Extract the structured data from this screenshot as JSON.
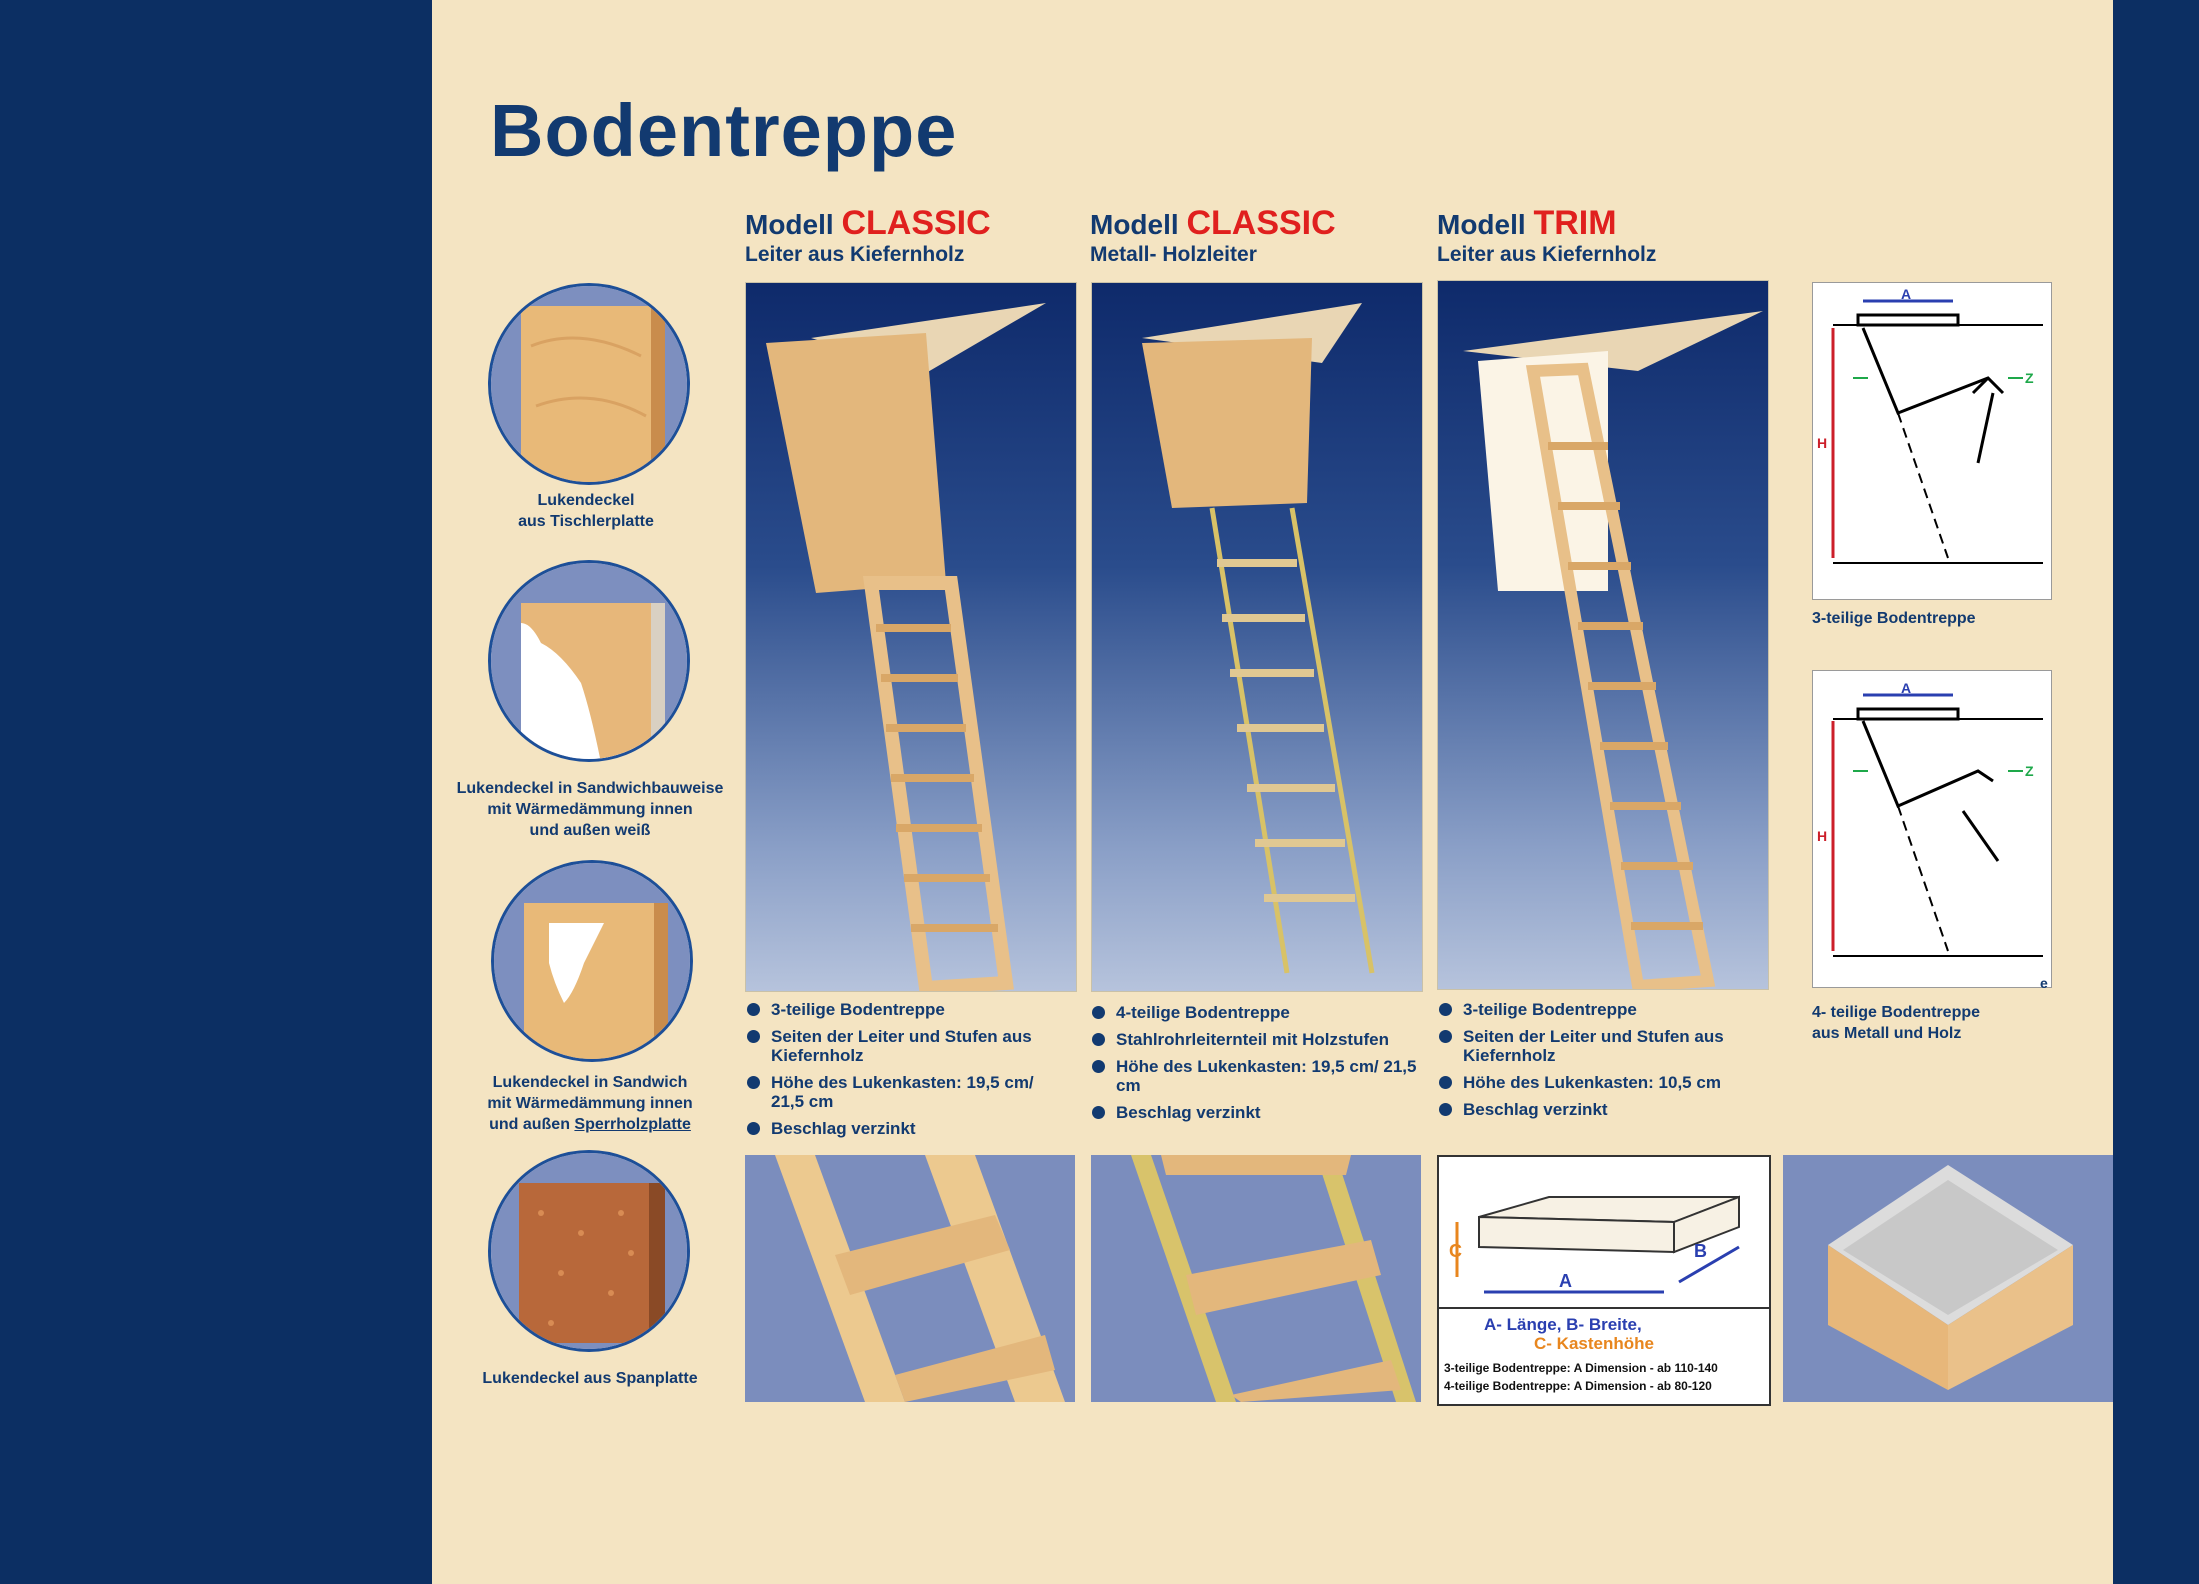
{
  "title": "Bodentreppe",
  "models": [
    {
      "prefix": "Modell",
      "name": "CLASSIC",
      "subtitle": "Leiter aus Kiefernholz",
      "features": [
        "3-teilige Bodentreppe",
        "Seiten der Leiter und Stufen aus Kiefernholz",
        "Höhe des Lukenkasten: 19,5 cm/ 21,5 cm",
        "Beschlag verzinkt"
      ]
    },
    {
      "prefix": "Modell",
      "name": "CLASSIC",
      "subtitle": "Metall- Holzleiter",
      "features": [
        "4-teilige Bodentreppe",
        "Stahlrohrleiternteil mit Holzstufen",
        "Höhe des Lukenkasten: 19,5 cm/ 21,5 cm",
        "Beschlag verzinkt"
      ]
    },
    {
      "prefix": "Modell",
      "name": "TRIM",
      "subtitle": "Leiter aus Kiefernholz",
      "features": [
        "3-teilige Bodentreppe",
        "Seiten der Leiter und Stufen aus Kiefernholz",
        "Höhe des Lukenkasten: 10,5 cm",
        "Beschlag verzinkt"
      ]
    }
  ],
  "hatch_covers": [
    {
      "caption_1": "Lukendeckel",
      "caption_2": "aus Tischlerplatte"
    },
    {
      "caption_1": "Lukendeckel in Sandwichbauweise",
      "caption_2": "mit Wärmedämmung innen",
      "caption_3": "und außen weiß"
    },
    {
      "caption_1": "Lukendeckel  in Sandwich",
      "caption_2": "mit Wärmedämmung innen",
      "caption_3_prefix": "und außen ",
      "caption_3_underlined": "Sperrholzplatte"
    },
    {
      "caption_1": "Lukendeckel aus Spanplatte"
    }
  ],
  "diagrams": [
    {
      "caption_1": "3-teilige Bodentreppe",
      "label_a": "A",
      "label_h": "H",
      "label_z": "Z"
    },
    {
      "caption_1": "4- teilige Bodentreppe",
      "caption_2": "aus Metall und Holz",
      "label_a": "A",
      "label_h": "H",
      "label_z": "Z",
      "corner_mark": "e"
    }
  ],
  "dimension_box": {
    "label_a": "A",
    "label_b": "B",
    "label_c": "C",
    "legend_line_1": "A- Länge,   B- Breite,",
    "legend_line_2": "C- Kastenhöhe",
    "note_1": "3-teilige Bodentreppe: A Dimension - ab 110-140",
    "note_2": "4-teilige Bodentreppe: A Dimension - ab 80-120"
  },
  "colors": {
    "navy": "#0c2f63",
    "cream": "#f4e4c2",
    "red": "#e0201e",
    "orange": "#e8861e",
    "text_blue": "#123a70"
  }
}
